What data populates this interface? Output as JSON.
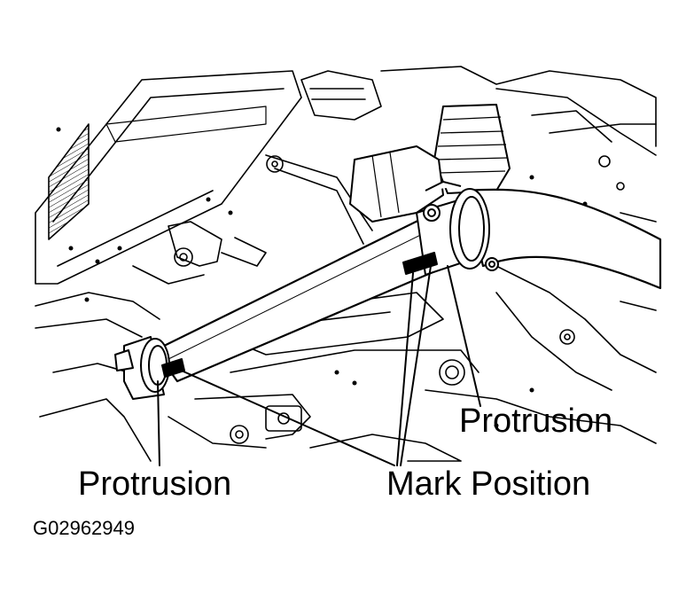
{
  "figure": {
    "code": "G02962949",
    "line_color": "#000000",
    "background_color": "#ffffff"
  },
  "labels": {
    "protrusion_right": "Protrusion",
    "protrusion_left": "Protrusion",
    "mark_position": "Mark Position"
  }
}
